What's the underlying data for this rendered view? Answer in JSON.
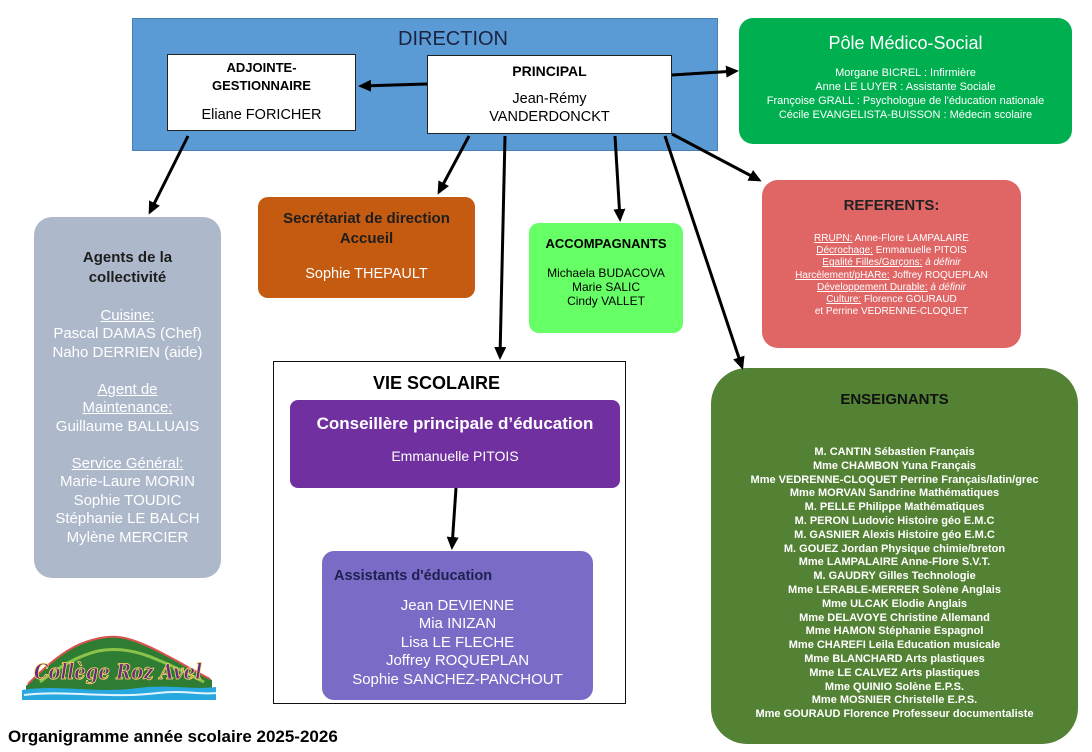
{
  "direction": {
    "title": "DIRECTION",
    "adjointe": {
      "role": [
        "ADJOINTE-",
        "GESTIONNAIRE"
      ],
      "name": "Eliane FORICHER"
    },
    "principal": {
      "role": "PRINCIPAL",
      "name": [
        "Jean-Rémy",
        "VANDERDONCKT"
      ]
    }
  },
  "pole_medico_social": {
    "title": "Pôle Médico-Social",
    "members": [
      "Morgane BICREL : Infirmière",
      "Anne LE LUYER : Assistante Sociale",
      "Françoise GRALL : Psychologue de l'éducation nationale",
      "Cécile EVANGELISTA-BUISSON : Médecin scolaire"
    ]
  },
  "agents": {
    "title": [
      "Agents de la",
      "collectivité"
    ],
    "sections": [
      {
        "heading": [
          "Cuisine:"
        ],
        "members": [
          "Pascal DAMAS (Chef)",
          "Naho DERRIEN (aide)"
        ]
      },
      {
        "heading": [
          "Agent de",
          "Maintenance:"
        ],
        "members": [
          "Guillaume BALLUAIS"
        ]
      },
      {
        "heading": [
          "Service Général:"
        ],
        "members": [
          "Marie-Laure MORIN",
          "Sophie TOUDIC",
          "Stéphanie LE BALCH",
          "Mylène MERCIER"
        ]
      }
    ]
  },
  "secretariat": {
    "title": [
      "Secrétariat de direction",
      "Accueil"
    ],
    "name": "Sophie THEPAULT"
  },
  "accompagnants": {
    "title": "ACCOMPAGNANTS",
    "members": [
      "Michaela BUDACOVA",
      "Marie SALIC",
      "Cindy VALLET"
    ]
  },
  "referents": {
    "title": "REFERENTS:",
    "items": [
      {
        "label": "RRUPN:",
        "value": "Anne-Flore LAMPALAIRE"
      },
      {
        "label": "Décrochage:",
        "value": "Emmanuelle PITOIS"
      },
      {
        "label": "Egalité Filles/Garçons:",
        "value": "à définir"
      },
      {
        "label": "Harcèlement/pHARe:",
        "value": "Joffrey ROQUEPLAN"
      },
      {
        "label": "Développement Durable:",
        "value": "à définir"
      },
      {
        "label": "Culture:",
        "value": "Florence GOURAUD"
      }
    ],
    "continuation": "et Perrine VEDRENNE-CLOQUET"
  },
  "vie_scolaire": {
    "title": "VIE SCOLAIRE",
    "cpe": {
      "title": "Conseillère principale d’éducation",
      "name": "Emmanuelle PITOIS"
    },
    "assistants": {
      "title": "Assistants d'éducation",
      "members": [
        "Jean DEVIENNE",
        "Mia INIZAN",
        "Lisa LE FLECHE",
        "Joffrey ROQUEPLAN",
        "Sophie SANCHEZ-PANCHOUT"
      ]
    }
  },
  "enseignants": {
    "title": "ENSEIGNANTS",
    "members": [
      "M. CANTIN Sébastien Français",
      "Mme CHAMBON Yuna Français",
      "Mme VEDRENNE-CLOQUET Perrine Français/latin/grec",
      "Mme MORVAN Sandrine Mathématiques",
      "M. PELLE Philippe Mathématiques",
      "M. PERON Ludovic Histoire géo E.M.C",
      "M. GASNIER Alexis Histoire géo E.M.C",
      "M. GOUEZ Jordan Physique chimie/breton",
      "Mme LAMPALAIRE Anne-Flore S.V.T.",
      "M. GAUDRY Gilles Technologie",
      "Mme LERABLE-MERRER Solène Anglais",
      "Mme ULCAK Elodie Anglais",
      "Mme DELAVOYE Christine Allemand",
      "Mme HAMON Stéphanie Espagnol",
      "Mme CHAREFI Leila Education musicale",
      "Mme BLANCHARD Arts plastiques",
      "Mme LE CALVEZ Arts plastiques",
      "Mme QUINIO Solène E.P.S.",
      "Mme MOSNIER Christelle E.P.S.",
      "Mme GOURAUD Florence Professeur documentaliste"
    ]
  },
  "logo": {
    "text": "Collège Roz Avel"
  },
  "footer": "Organigramme année scolaire 2025-2026",
  "colors": {
    "direction": "#5b9bd5",
    "pole_medico_social": "#00b050",
    "agents": "#adb9ca",
    "secretariat": "#c55a11",
    "accompagnants": "#66ff66",
    "referents": "#e06666",
    "cpe": "#7030a0",
    "assistants": "#7a6cc6",
    "enseignants": "#548235"
  }
}
